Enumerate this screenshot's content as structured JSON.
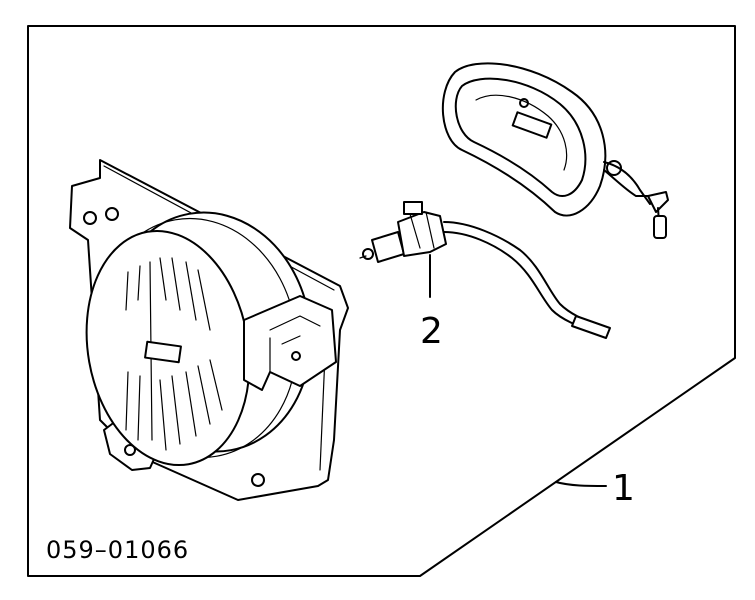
{
  "diagram": {
    "callouts": [
      {
        "id": "1",
        "label": "1"
      },
      {
        "id": "2",
        "label": "2"
      }
    ],
    "part_code": "059–01066"
  }
}
